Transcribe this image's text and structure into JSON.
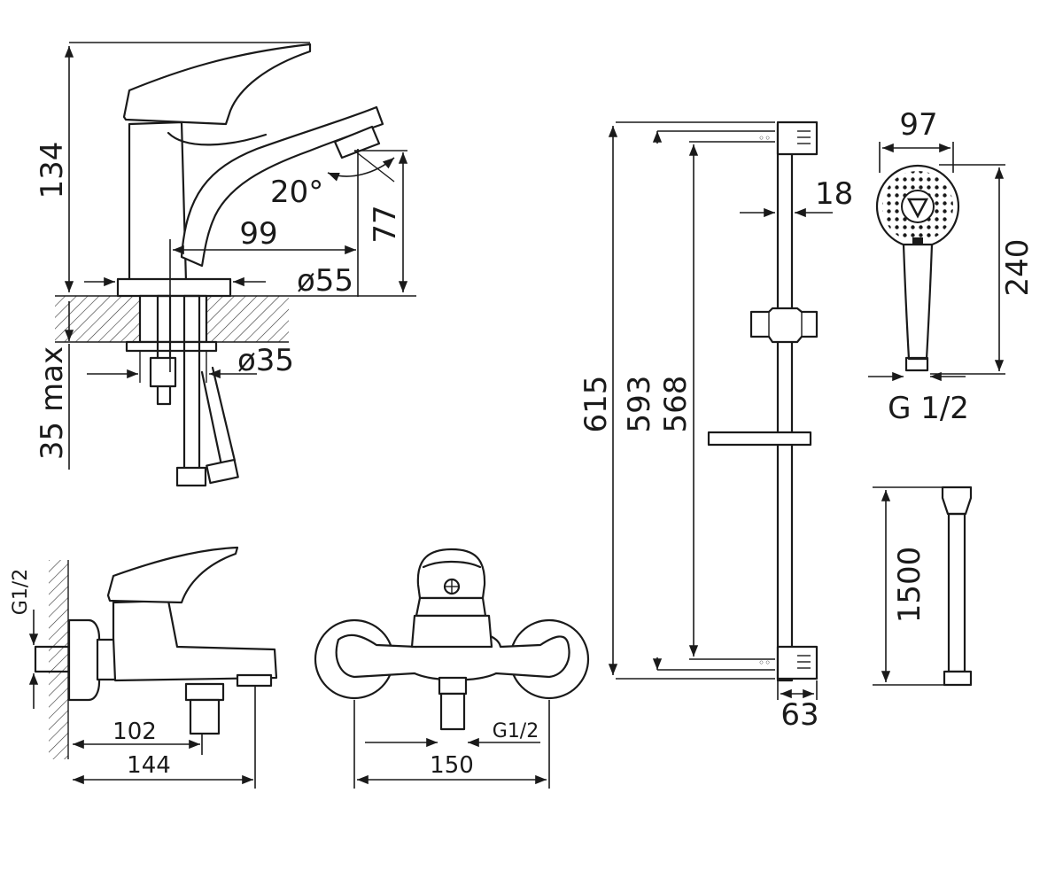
{
  "faucet": {
    "height": "134",
    "spout_reach": "99",
    "spout_height": "77",
    "base_diameter": "ø55",
    "hole_diameter": "ø35",
    "max_thickness": "35 max",
    "angle": "20°"
  },
  "bath_mixer_side": {
    "inlet": "G1/2",
    "depth_outlet": "102",
    "depth_total": "144"
  },
  "bath_mixer_front": {
    "inlet": "G1/2",
    "width": "150"
  },
  "shower_rail": {
    "total_length": "615",
    "length_593": "593",
    "length_568": "568",
    "bar_diameter": "18",
    "bracket_projection": "63"
  },
  "hand_shower": {
    "head_diameter": "97",
    "length": "240",
    "thread": "G 1/2"
  },
  "hose": {
    "length": "1500"
  }
}
